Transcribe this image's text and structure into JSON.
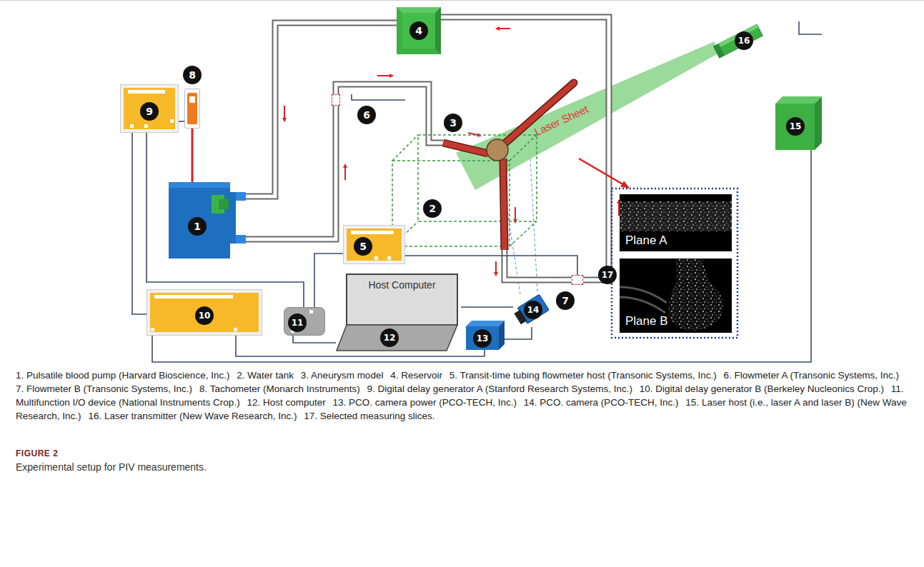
{
  "diagram": {
    "caption": "Experimental setup for PIV measurements.",
    "nodes": [
      {
        "text": [
          "9"
        ]
      },
      {
        "text": [
          "8"
        ]
      },
      {
        "text": [
          "1"
        ]
      },
      {
        "text": [
          "4"
        ]
      },
      {
        "text": [
          "6"
        ]
      },
      {
        "text": [
          "2"
        ]
      },
      {
        "text": [
          "3"
        ]
      },
      {
        "text": [
          "7"
        ]
      },
      {
        "text": [
          "5"
        ]
      },
      {
        "text": [
          "10"
        ]
      },
      {
        "text": [
          "11"
        ]
      },
      {
        "text": [
          "Host Computer",
          "12"
        ]
      },
      {
        "text": [
          "13"
        ]
      },
      {
        "text": [
          "14"
        ]
      },
      {
        "text": [
          "16"
        ]
      },
      {
        "text": [
          "15"
        ]
      },
      {
        "text": [
          "17"
        ]
      },
      {
        "text": [
          "Plane A"
        ],
        "in": 16
      },
      {
        "text": [
          "Plane B"
        ],
        "in": 16
      }
    ],
    "edges": [
      {
        "from": 0,
        "to": 1,
        "arrow": "none"
      },
      {
        "from": 1,
        "to": 2,
        "arrow": "none"
      },
      {
        "from": 0,
        "to": 9,
        "arrow": "none"
      },
      {
        "from": 0,
        "to": 10,
        "arrow": "none"
      },
      {
        "from": 3,
        "to": 2,
        "arrow": "none"
      },
      {
        "from": 2,
        "to": 4,
        "arrow": "none"
      },
      {
        "from": 4,
        "to": 6,
        "arrow": "none"
      },
      {
        "from": 6,
        "to": 7,
        "arrow": "none"
      },
      {
        "from": 7,
        "to": 3,
        "arrow": "none"
      },
      {
        "from": 8,
        "to": 4,
        "arrow": "none"
      },
      {
        "from": 8,
        "to": 7,
        "arrow": "none"
      },
      {
        "from": 8,
        "to": 10,
        "arrow": "none"
      },
      {
        "from": 10,
        "to": 11,
        "arrow": "none"
      },
      {
        "from": 11,
        "to": 13,
        "arrow": "none"
      },
      {
        "from": 12,
        "to": 13,
        "arrow": "none"
      },
      {
        "from": 9,
        "to": 12,
        "arrow": "none"
      },
      {
        "from": 9,
        "to": 15,
        "arrow": "none"
      },
      {
        "from": 15,
        "to": 14,
        "arrow": "none"
      },
      {
        "from": 6,
        "to": 16,
        "arrow": "to"
      }
    ],
    "labels": [
      "Laser Sheet",
      "1. Pulsatile blood pump (Harvard Bioscience, Inc.)",
      "2. Water tank",
      "3. Aneurysm model",
      "4. Reservoir",
      "5. Transit-time tubing flowmeter host (Transonic Systems, Inc.)",
      "6. Flowmeter A (Transonic Systems, Inc.)",
      "7. Flowmeter B (Transonic Systems, Inc.)",
      "8. Tachometer (Monarch Instruments)",
      "9. Digital delay generator A (Stanford Research Systems, Inc.)",
      "10. Digital delay generator B (Berkeley Nucleonics Crop.)",
      "11. Multifunction I/O device (National Instruments Crop.)",
      "12. Host computer",
      "13. PCO. camera power (PCO-TECH, Inc.)",
      "14. PCO. camera (PCO-TECH, Inc.)",
      "15. Laser host (i.e., laser A and laser B) (New Wave Research, Inc.)",
      "16. Laser transmitter (New Wave Research, Inc.)",
      "17. Selected measuring slices.",
      "FIGURE 2"
    ]
  }
}
